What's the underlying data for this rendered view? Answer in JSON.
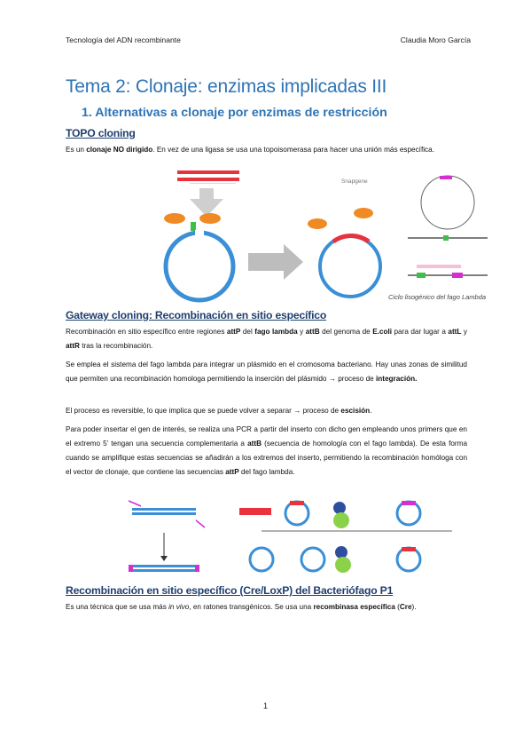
{
  "header": {
    "left": "Tecnología del ADN recombinante",
    "right": "Claudia Moro García"
  },
  "title": "Tema 2: Clonaje: enzimas implicadas III",
  "subtitle": "1. Alternativas a clonaje por enzimas de restricción",
  "topo": {
    "heading": "TOPO cloning",
    "p1": {
      "a": "Es un ",
      "b": "clonaje NO dirigido",
      "c": ". En vez de una ligasa se usa una topoisomerasa para hacer una unión más específica."
    },
    "figure": {
      "enzyme_label": "Snapgene",
      "caption": "Ciclo lisogénico del fago Lambda"
    }
  },
  "gateway": {
    "heading": "Gateway cloning: Recombinación en sitio específico",
    "p1": {
      "a": "Recombinación en sitio específico entre regiones ",
      "b": "attP",
      "c": " del ",
      "d": "fago lambda",
      "e": " y ",
      "f": "attB",
      "g": " del genoma de ",
      "h": "E.coli",
      "i": " para dar lugar a ",
      "j": "attL",
      "k": " y ",
      "l": "attR",
      "m": " tras la recombinación."
    },
    "p2": {
      "a": "Se emplea el sistema del fago lambda para integrar un plásmido en el cromosoma bacteriano. Hay unas zonas de similitud que permiten una recombinación homologa permitiendo la inserción del plásmido → proceso de ",
      "b": "integración."
    },
    "p3": {
      "a": "El proceso es reversible, lo que implica que se puede volver a separar → proceso de ",
      "b": "escisión",
      "c": "."
    },
    "p4": {
      "a": "Para poder insertar el gen de interés, se realiza una PCR a partir del inserto con dicho gen empleando unos primers que en el extremo 5’ tengan una secuencia complementaria a ",
      "b": "attB",
      "c": " (secuencia de homología con el fago lambda). De esta forma cuando se amplifique estas secuencias se añadirán a los extremos del inserto, permitiendo la recombinación homóloga con el vector de clonaje, que contiene las secuencias ",
      "d": "attP",
      "e": " del fago lambda."
    }
  },
  "cre": {
    "heading": "Recombinación en sitio específico (Cre/LoxP) del Bacteriófago P1",
    "p1": {
      "a": "Es una técnica que se usa más ",
      "b": "in vivo",
      "c": ", en ratones transgénicos. Se usa una ",
      "d": "recombinasa específica",
      "e": " (",
      "f": "Cre",
      "g": ")."
    }
  },
  "page_number": "1",
  "colors": {
    "heading_blue": "#2e74b5",
    "section_blue": "#1f3f6e",
    "plasmid_blue": "#3a8fd6",
    "insert_red": "#e8323c",
    "enzyme_orange": "#f08a24",
    "site_magenta": "#d62fd0",
    "site_green": "#3fbf4a"
  }
}
